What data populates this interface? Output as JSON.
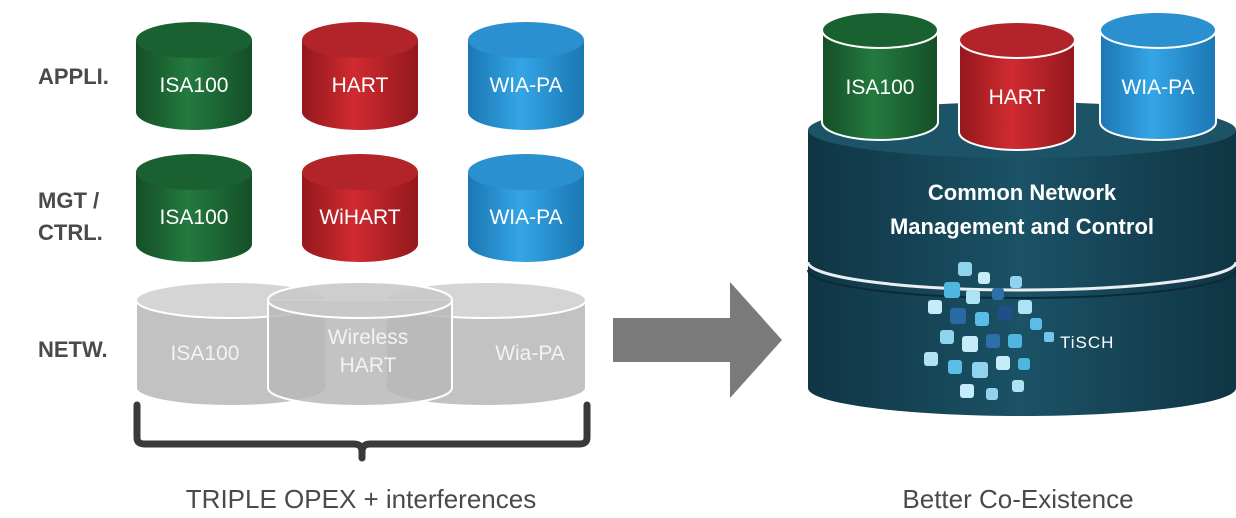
{
  "row_labels": {
    "appli": "APPLI.",
    "mgt_line1": "MGT /",
    "mgt_line2": "CTRL.",
    "netw": "NETW."
  },
  "left_stack": {
    "appli": [
      "ISA100",
      "HART",
      "WIA-PA"
    ],
    "mgt": [
      "ISA100",
      "WiHART",
      "WIA-PA"
    ],
    "netw_isa": "ISA100",
    "netw_hart_line1": "Wireless",
    "netw_hart_line2": "HART",
    "netw_wia": "Wia-PA",
    "caption": "TRIPLE OPEX + interferences"
  },
  "right_stack": {
    "apps": [
      "ISA100",
      "HART",
      "WIA-PA"
    ],
    "common_line1": "Common Network",
    "common_line2": "Management and Control",
    "logo_text": "TiSCH",
    "caption": "Better Co-Existence"
  },
  "colors": {
    "green": "#1f6b36",
    "red": "#c0262b",
    "blue": "#2b96d6",
    "grey": "#c3c3c3",
    "teal": "#17475a"
  }
}
